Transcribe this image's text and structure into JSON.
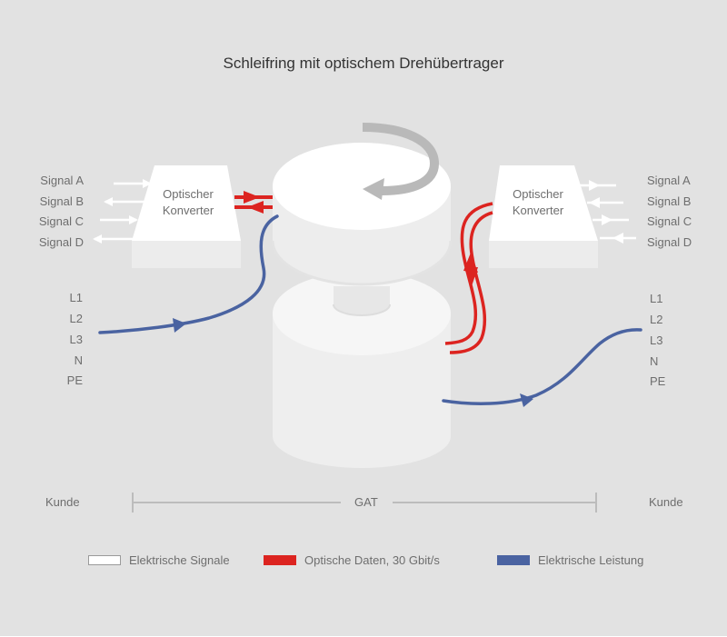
{
  "title": "Schleifring mit optischem Drehübertrager",
  "left_converter": {
    "label_line1": "Optischer",
    "label_line2": "Konverter",
    "signals": [
      "Signal A",
      "Signal B",
      "Signal C",
      "Signal D"
    ]
  },
  "right_converter": {
    "label_line1": "Optischer",
    "label_line2": "Konverter",
    "signals": [
      "Signal A",
      "Signal B",
      "Signal C",
      "Signal D"
    ]
  },
  "left_power": [
    "L1",
    "L2",
    "L3",
    "N",
    "PE"
  ],
  "right_power": [
    "L1",
    "L2",
    "L3",
    "N",
    "PE"
  ],
  "scale": {
    "left_label": "Kunde",
    "center_label": "GAT",
    "right_label": "Kunde"
  },
  "legend": [
    {
      "label": "Elektrische Signale",
      "color": "#ffffff"
    },
    {
      "label": "Optische Daten, 30 Gbit/s",
      "color": "#dc2420"
    },
    {
      "label": "Elektrische Leistung",
      "color": "#4a63a1"
    }
  ],
  "colors": {
    "background": "#e2e2e2",
    "optical": "#dc2420",
    "power": "#4a63a1",
    "rotation_arrow": "#b9b9b9"
  }
}
